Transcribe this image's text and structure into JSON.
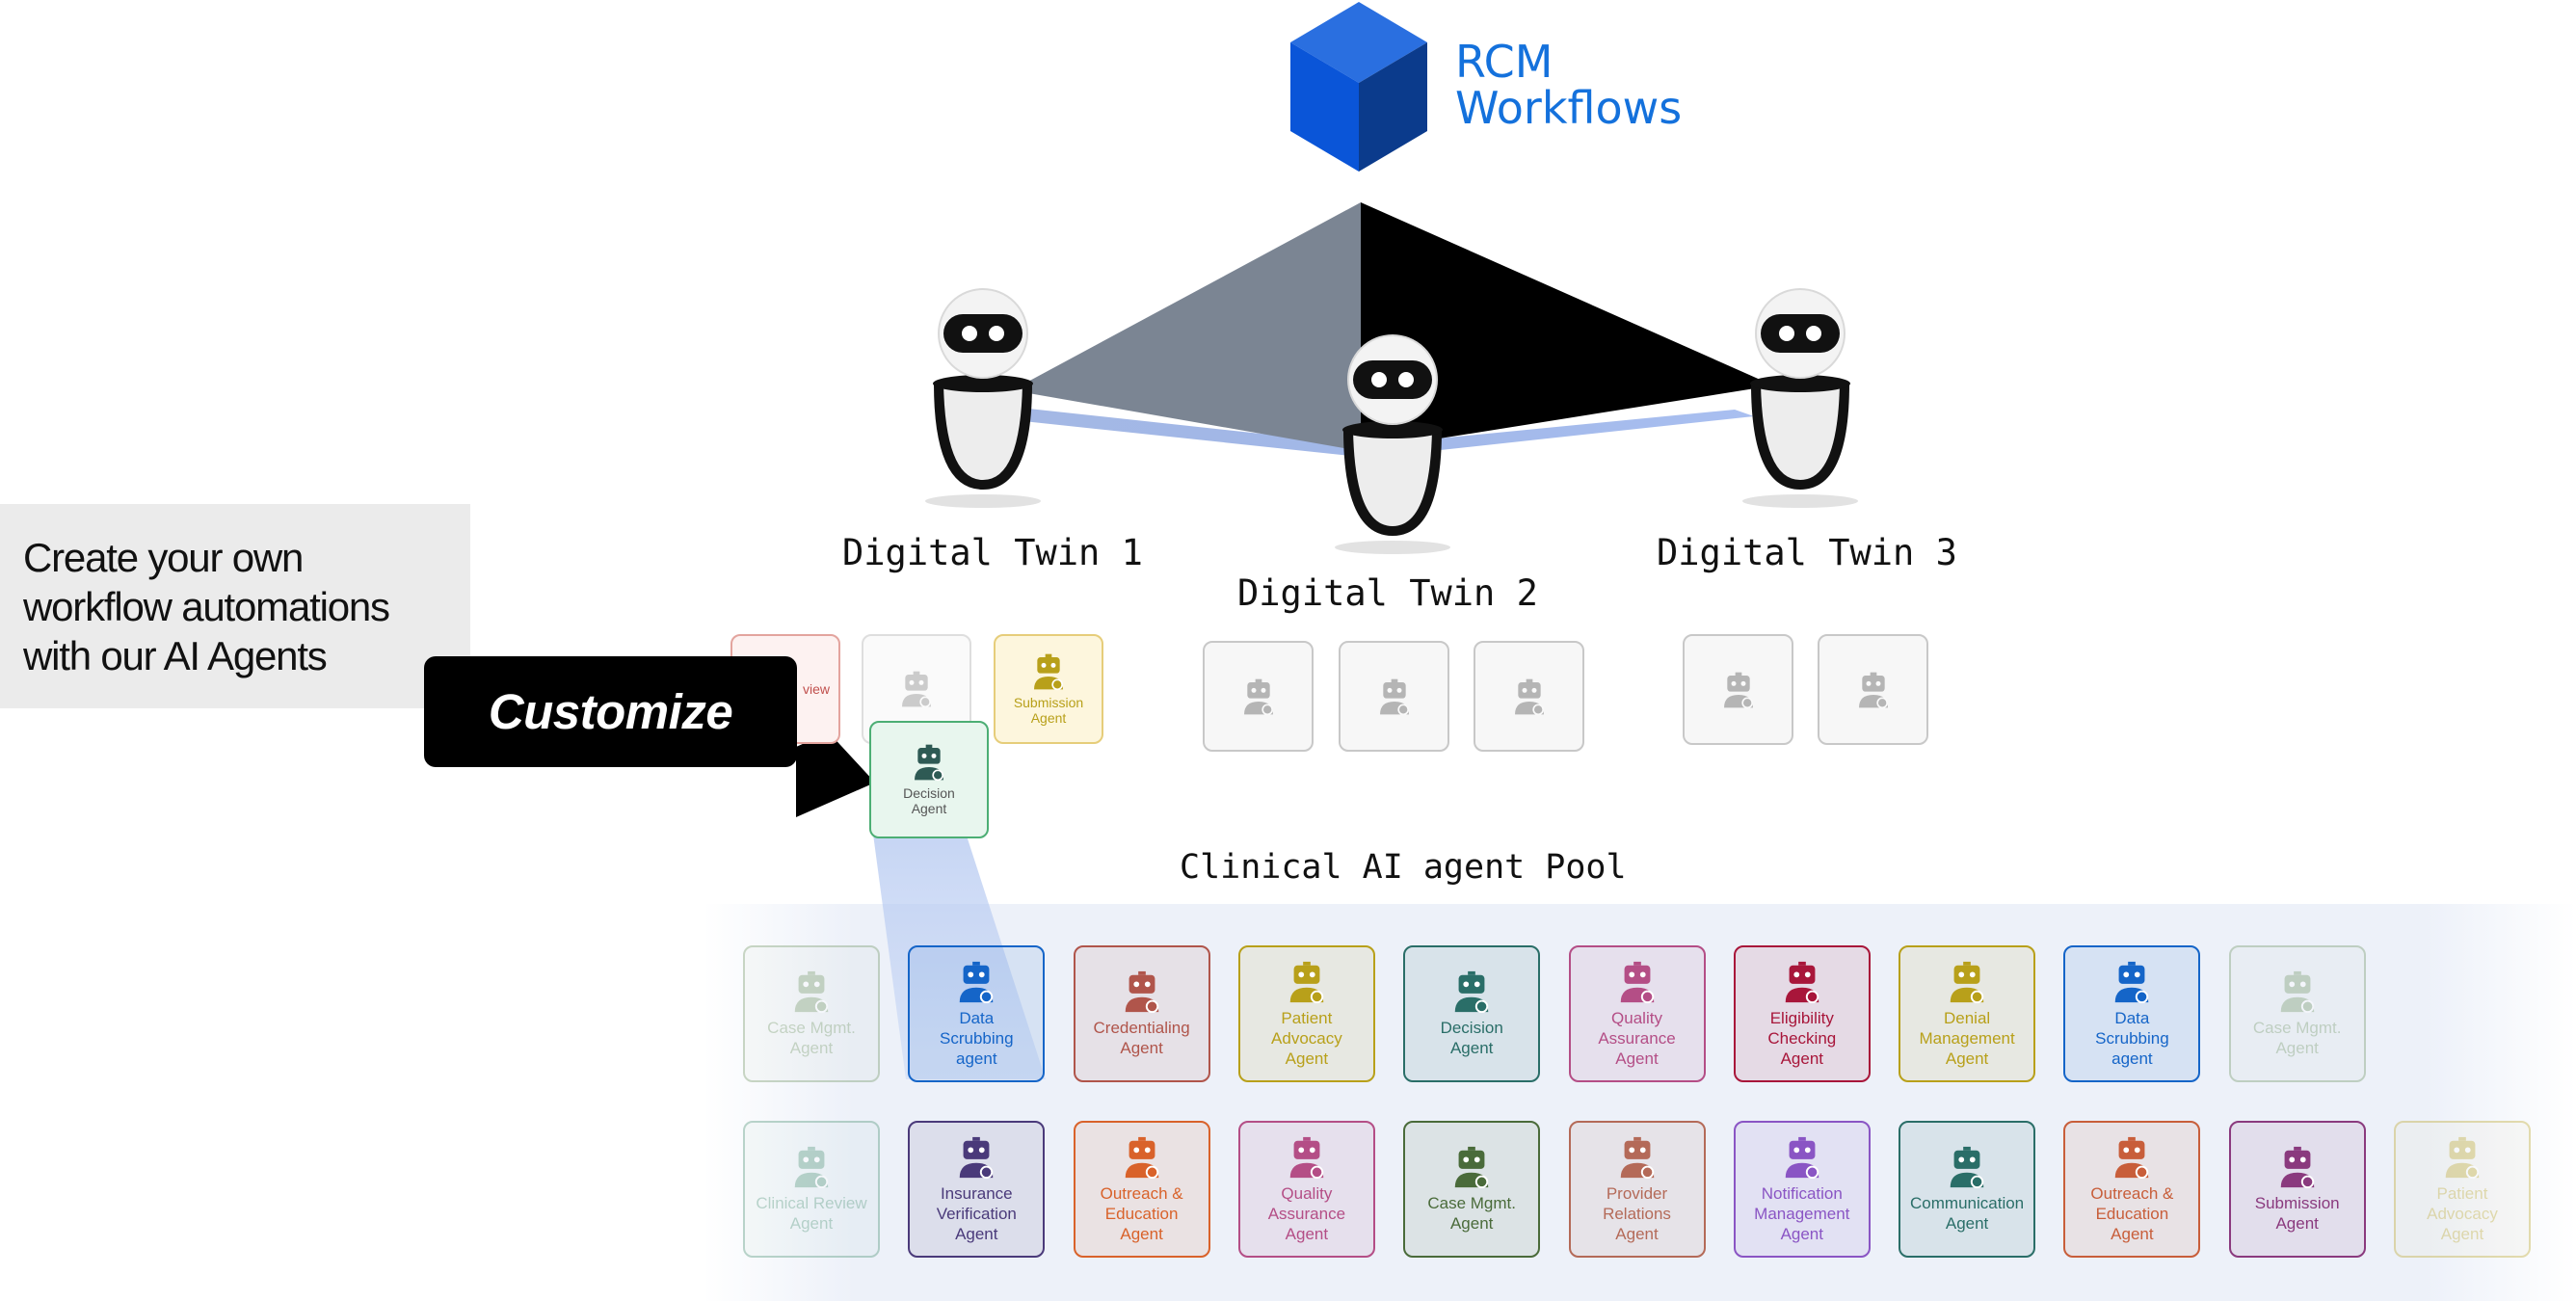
{
  "brand": {
    "line1": "RCM",
    "line2": "Workflows"
  },
  "twins": [
    {
      "label": "Digital Twin 1"
    },
    {
      "label": "Digital Twin 2"
    },
    {
      "label": "Digital Twin 3"
    }
  ],
  "promo": {
    "line1": "Create your own",
    "line2": "workflow automations",
    "line3": "with our AI Agents"
  },
  "customize": {
    "label": "Customize"
  },
  "twin1_cards": {
    "partial": "view",
    "submission": [
      "Submission",
      "Agent"
    ],
    "decision": [
      "Decision",
      "Agent"
    ]
  },
  "pool": {
    "title": "Clinical AI agent Pool",
    "row1": [
      {
        "lines": [
          "Case Mgmt.",
          "Agent"
        ],
        "color": "#6a8f5a"
      },
      {
        "lines": [
          "Data",
          "Scrubbing",
          "agent"
        ],
        "color": "#1565c8"
      },
      {
        "lines": [
          "Credentialing",
          "Agent"
        ],
        "color": "#b0554b"
      },
      {
        "lines": [
          "Patient",
          "Advocacy",
          "Agent"
        ],
        "color": "#b8a01a"
      },
      {
        "lines": [
          "Decision",
          "Agent"
        ],
        "color": "#2a6e68"
      },
      {
        "lines": [
          "Quality",
          "Assurance",
          "Agent"
        ],
        "color": "#b44e86"
      },
      {
        "lines": [
          "Eligibility",
          "Checking",
          "Agent"
        ],
        "color": "#a8163a"
      },
      {
        "lines": [
          "Denial",
          "Management",
          "Agent"
        ],
        "color": "#b8a01a"
      },
      {
        "lines": [
          "Data",
          "Scrubbing",
          "agent"
        ],
        "color": "#1565c8"
      },
      {
        "lines": [
          "Case Mgmt.",
          "Agent"
        ],
        "color": "#6a8f5a"
      }
    ],
    "row2": [
      {
        "lines": [
          "Clinical Review",
          "Agent"
        ],
        "color": "#3f8a6a"
      },
      {
        "lines": [
          "Insurance",
          "Verification",
          "Agent"
        ],
        "color": "#4a3a7a"
      },
      {
        "lines": [
          "Outreach &",
          "Education",
          "Agent"
        ],
        "color": "#d9622a"
      },
      {
        "lines": [
          "Quality",
          "Assurance",
          "Agent"
        ],
        "color": "#b44e86"
      },
      {
        "lines": [
          "Case Mgmt.",
          "Agent"
        ],
        "color": "#4a6b3a"
      },
      {
        "lines": [
          "Provider",
          "Relations",
          "Agent"
        ],
        "color": "#b46a58"
      },
      {
        "lines": [
          "Notification",
          "Management",
          "Agent"
        ],
        "color": "#8a55c4"
      },
      {
        "lines": [
          "Communication",
          "Agent"
        ],
        "color": "#2a6e68"
      },
      {
        "lines": [
          "Outreach &",
          "Education",
          "Agent"
        ],
        "color": "#c85e3a"
      },
      {
        "lines": [
          "Submission",
          "Agent"
        ],
        "color": "#8a3a7e"
      },
      {
        "lines": [
          "Patient",
          "Advocacy",
          "Agent"
        ],
        "color": "#b8a01a"
      }
    ]
  }
}
